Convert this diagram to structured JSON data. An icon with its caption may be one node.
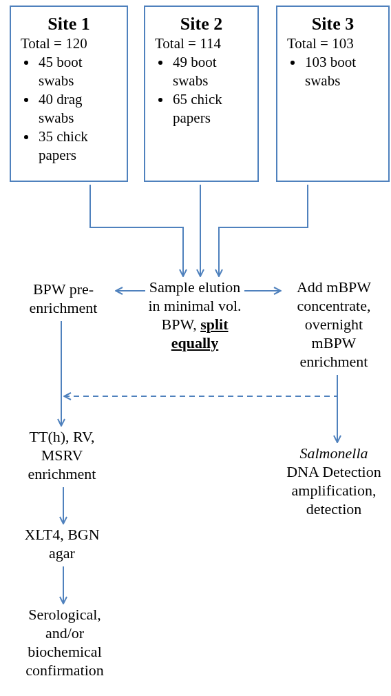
{
  "diagram": {
    "nodes": [
      {
        "text": [
          "Site 1",
          "Total = 120",
          "45 boot swabs",
          "40 drag swabs",
          "35 chick papers"
        ]
      },
      {
        "text": [
          "Site 2",
          "Total = 114",
          "49 boot swabs",
          "65 chick papers"
        ]
      },
      {
        "text": [
          "Site 3",
          "Total = 103",
          "103 boot swabs"
        ]
      },
      {
        "text": [
          "Sample elution in minimal vol. BPW, **split equally**"
        ]
      },
      {
        "text": [
          "BPW pre-enrichment"
        ]
      },
      {
        "text": [
          "Add mBPW concentrate, overnight mBPW enrichment"
        ]
      },
      {
        "text": [
          "TT(h), RV, MSRV enrichment"
        ]
      },
      {
        "text": [
          "XLT4, BGN agar"
        ]
      },
      {
        "text": [
          "Serological, and/or biochemical confirmation"
        ]
      },
      {
        "text": [
          "*Salmonella* DNA Detection amplification, detection"
        ]
      }
    ],
    "edges": [
      {
        "from": 0,
        "to": 3,
        "arrow": "to"
      },
      {
        "from": 1,
        "to": 3,
        "arrow": "to"
      },
      {
        "from": 2,
        "to": 3,
        "arrow": "to"
      },
      {
        "from": 3,
        "to": 4,
        "arrow": "to"
      },
      {
        "from": 3,
        "to": 5,
        "arrow": "to"
      },
      {
        "from": 4,
        "to": 6,
        "arrow": "to"
      },
      {
        "from": 5,
        "to": 6,
        "arrow": "to",
        "style": "dashed"
      },
      {
        "from": 5,
        "to": 9,
        "arrow": "to"
      },
      {
        "from": 6,
        "to": 7,
        "arrow": "to"
      },
      {
        "from": 7,
        "to": 8,
        "arrow": "to"
      }
    ]
  }
}
